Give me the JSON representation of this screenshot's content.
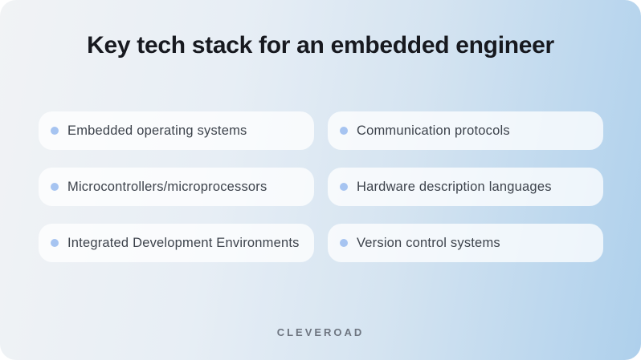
{
  "title": "Key tech stack for an embedded engineer",
  "items": [
    {
      "label": "Embedded operating systems"
    },
    {
      "label": "Communication protocols"
    },
    {
      "label": "Microcontrollers/microprocessors"
    },
    {
      "label": "Hardware description languages"
    },
    {
      "label": "Integrated Development Environments"
    },
    {
      "label": "Version control systems"
    }
  ],
  "footer": {
    "brand": "CLEVEROAD"
  },
  "colors": {
    "background_gradient_start": "#f1f3f5",
    "background_gradient_end": "#aed0ec",
    "card_background": "#f2f5f9",
    "bullet_accent": "#a6c4f1",
    "title_text": "#17191f",
    "card_text": "#3d434c",
    "brand_text": "#6e7580"
  }
}
